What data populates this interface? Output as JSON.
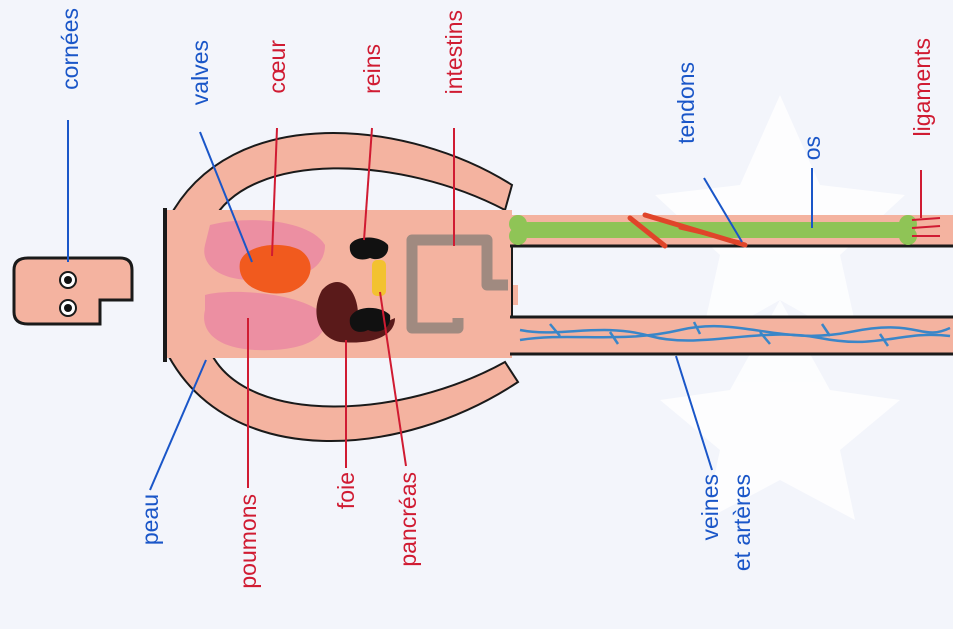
{
  "labels": {
    "cornees": "cornées",
    "valves": "valves",
    "coeur": "cœur",
    "reins": "reins",
    "intestins": "intestins",
    "tendons": "tendons",
    "os": "os",
    "ligaments": "ligaments",
    "peau": "peau",
    "poumons": "poumons",
    "foie": "foie",
    "pancreas": "pancréas",
    "veines": "veines",
    "arteres": "et artères"
  },
  "colors": {
    "blue_label": "#1a56c8",
    "red_label": "#d01b32",
    "skin": "#f4b3a0",
    "lung": "#ec8fa2",
    "heart": "#f15a1e",
    "liver": "#5a1a1a",
    "kidney": "#111111",
    "pancreas": "#f2c230",
    "intestine": "#a08a80",
    "bone": "#8fc456",
    "vein": "#3a86c8",
    "tendon": "#e0452a"
  }
}
